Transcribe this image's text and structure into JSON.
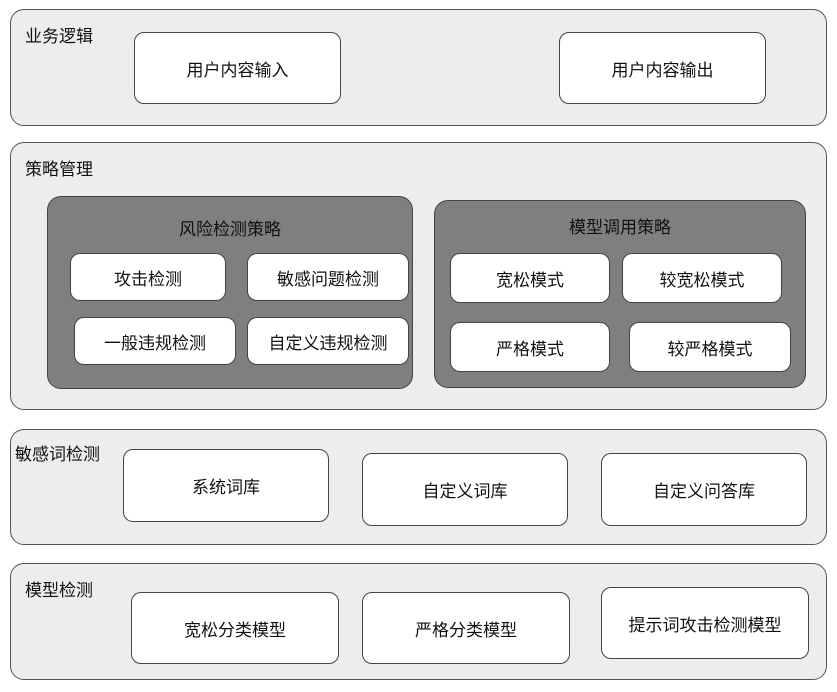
{
  "business": {
    "title": "业务逻辑",
    "items": [
      "用户内容输入",
      "用户内容输出"
    ]
  },
  "strategy": {
    "title": "策略管理",
    "risk": {
      "title": "风险检测策略",
      "items": [
        "攻击检测",
        "敏感问题检测",
        "一般违规检测",
        "自定义违规检测"
      ]
    },
    "model_call": {
      "title": "模型调用策略",
      "items": [
        "宽松模式",
        "较宽松模式",
        "严格模式",
        "较严格模式"
      ]
    }
  },
  "sensitive": {
    "title": "敏感词检测",
    "items": [
      "系统词库",
      "自定义词库",
      "自定义问答库"
    ]
  },
  "model_detect": {
    "title": "模型检测",
    "items": [
      "宽松分类模型",
      "严格分类模型",
      "提示词攻击检测模型"
    ]
  }
}
